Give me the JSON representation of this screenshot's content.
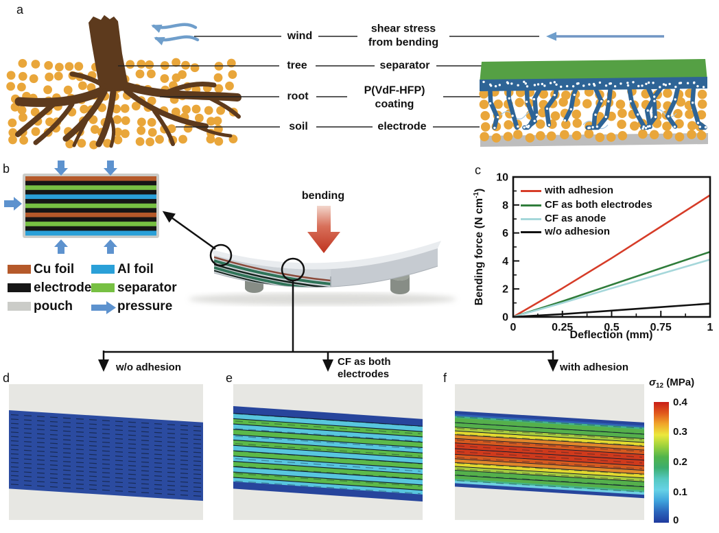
{
  "figure": {
    "background": "#ffffff"
  },
  "panel_a": {
    "label": "a",
    "analogy_labels": [
      "wind",
      "tree",
      "root",
      "soil"
    ],
    "battery_labels": [
      "shear stress from bending",
      "separator",
      "P(VdF-HFP) coating",
      "electrode"
    ],
    "colors": {
      "tree": "#5d3a1d",
      "soil": "#e9a63a",
      "wind_arrow": "#6f9ecb",
      "separator_slab": "#55a044",
      "coating": "#2e6496",
      "substrate": "#bdbdbd",
      "strip_dot": "#ffffff",
      "binder_squiggle": "#a6c8e2"
    }
  },
  "panel_b": {
    "label": "b",
    "stack_layers": [
      "cu",
      "electrode",
      "separator",
      "electrode",
      "al",
      "electrode",
      "separator",
      "electrode",
      "cu",
      "electrode",
      "separator",
      "electrode",
      "al"
    ],
    "layer_colors": {
      "cu": "#b5592a",
      "al": "#2aa0d8",
      "electrode": "#161616",
      "separator": "#77c043",
      "pouch": "#cbccc8"
    },
    "pressure_color": "#5d92ce",
    "legend": [
      {
        "name": "Cu foil",
        "color": "#b5592a"
      },
      {
        "name": "Al foil",
        "color": "#2aa0d8"
      },
      {
        "name": "electrode",
        "color": "#161616"
      },
      {
        "name": "separator",
        "color": "#77c043"
      },
      {
        "name": "pouch",
        "color": "#cbccc8"
      },
      {
        "name": "pressure",
        "color": "#5d92ce"
      }
    ]
  },
  "center": {
    "bending_label": "bending"
  },
  "panel_c": {
    "label": "c",
    "chart_data": {
      "type": "line",
      "xlabel": "Deflection (mm)",
      "ylabel": "Bending force (N cm⁻¹)",
      "ylabel_main": "Bending force (N cm",
      "ylabel_sup": "-1",
      "ylabel_end": ")",
      "xlim": [
        0,
        1
      ],
      "ylim": [
        0,
        10
      ],
      "grid": false,
      "legend_position": "top-left",
      "xtick_values": [
        0,
        0.25,
        0.5,
        0.75,
        1
      ],
      "xtick_labels": [
        "0",
        "0.25",
        "0.5",
        "0.75",
        "1"
      ],
      "ytick_values": [
        0,
        2,
        4,
        6,
        8,
        10
      ],
      "ytick_labels": [
        "0",
        "2",
        "4",
        "6",
        "8",
        "10"
      ],
      "minor_xticks": [
        0.125,
        0.375,
        0.625,
        0.875
      ],
      "minor_yticks": [
        1,
        3,
        5,
        7,
        9
      ],
      "x": [
        0,
        0.25,
        0.5,
        0.75,
        1
      ],
      "series": [
        {
          "name": "with adhesion",
          "color": "#d63c28",
          "values": [
            0,
            2.05,
            4.2,
            6.45,
            8.7
          ]
        },
        {
          "name": "CF as both electrodes",
          "color": "#2f7d3b",
          "values": [
            0,
            1.12,
            2.3,
            3.48,
            4.65
          ]
        },
        {
          "name": "CF as anode",
          "color": "#a5d7da",
          "values": [
            0,
            1.0,
            2.05,
            3.08,
            4.1
          ]
        },
        {
          "name": "w/o adhesion",
          "color": "#111111",
          "values": [
            0,
            0.2,
            0.45,
            0.7,
            0.95
          ]
        }
      ]
    }
  },
  "branch": {
    "left_label": "w/o adhesion",
    "middle_label": "CF as both electrodes",
    "right_label": "with adhesion"
  },
  "panel_d": {
    "label": "d"
  },
  "panel_e": {
    "label": "e"
  },
  "panel_f": {
    "label": "f"
  },
  "simulation": {
    "background": "#e7e7e3",
    "stripe_line": "#0e1a2e",
    "d_stripes": [
      [
        "#2b4ba0",
        114
      ]
    ],
    "e_stripes": [
      [
        "#27459c",
        9
      ],
      [
        "#0e1a2e",
        1
      ],
      [
        "#58c6de",
        6
      ],
      [
        "#0e1a2e",
        1
      ],
      [
        "#5cb94a",
        6
      ],
      [
        "#0e1a2e",
        1
      ],
      [
        "#58c6de",
        6
      ],
      [
        "#0e1a2e",
        1
      ],
      [
        "#5cb94a",
        6
      ],
      [
        "#0e1a2e",
        1
      ],
      [
        "#58c6de",
        6
      ],
      [
        "#0e1a2e",
        1
      ],
      [
        "#5cb94a",
        6
      ],
      [
        "#0e1a2e",
        1
      ],
      [
        "#58c6de",
        6
      ],
      [
        "#0e1a2e",
        1
      ],
      [
        "#5cb94a",
        6
      ],
      [
        "#0e1a2e",
        1
      ],
      [
        "#58c6de",
        6
      ],
      [
        "#0e1a2e",
        1
      ],
      [
        "#5cb94a",
        6
      ],
      [
        "#0e1a2e",
        1
      ],
      [
        "#58c6de",
        6
      ],
      [
        "#0e1a2e",
        1
      ],
      [
        "#5cb94a",
        6
      ],
      [
        "#0e1a2e",
        1
      ],
      [
        "#58c6de",
        5
      ],
      [
        "#27459c",
        9
      ]
    ],
    "f_stripes": [
      [
        "#27459c",
        5
      ],
      [
        "#2f62b5",
        3
      ],
      [
        "#44b489",
        3
      ],
      [
        "#55b04b",
        7
      ],
      [
        "#0e1a2e",
        1
      ],
      [
        "#55b04b",
        6
      ],
      [
        "#0e1a2e",
        1
      ],
      [
        "#a8cc3e",
        5
      ],
      [
        "#0e1a2e",
        1
      ],
      [
        "#e3d92f",
        5
      ],
      [
        "#0e1a2e",
        1
      ],
      [
        "#e0862a",
        5
      ],
      [
        "#0e1a2e",
        1
      ],
      [
        "#d65a1f",
        6
      ],
      [
        "#0e1a2e",
        1
      ],
      [
        "#cf3a1c",
        8
      ],
      [
        "#0e1a2e",
        1
      ],
      [
        "#cf3a1c",
        8
      ],
      [
        "#0e1a2e",
        1
      ],
      [
        "#d65a1f",
        6
      ],
      [
        "#0e1a2e",
        1
      ],
      [
        "#e0862a",
        5
      ],
      [
        "#0e1a2e",
        1
      ],
      [
        "#e3d92f",
        5
      ],
      [
        "#0e1a2e",
        1
      ],
      [
        "#a8cc3e",
        5
      ],
      [
        "#0e1a2e",
        1
      ],
      [
        "#55b04b",
        7
      ],
      [
        "#0e1a2e",
        1
      ],
      [
        "#55b04b",
        5
      ],
      [
        "#44b489",
        3
      ],
      [
        "#6fcfe2",
        4
      ],
      [
        "#27459c",
        5
      ]
    ]
  },
  "colorbar": {
    "title_sigma": "σ",
    "title_sub": "12",
    "title_unit": " (MPa)",
    "tick_labels": [
      "0.4",
      "0.3",
      "0.2",
      "0.1",
      "0"
    ],
    "gradient_top_to_bottom": [
      "#c81e17",
      "#e0571c",
      "#f0a62a",
      "#ece83c",
      "#9ed23c",
      "#52b44a",
      "#3cae6e",
      "#55c8c0",
      "#66d2e6",
      "#3fa4dc",
      "#2b66bc",
      "#1f3a9e"
    ]
  }
}
